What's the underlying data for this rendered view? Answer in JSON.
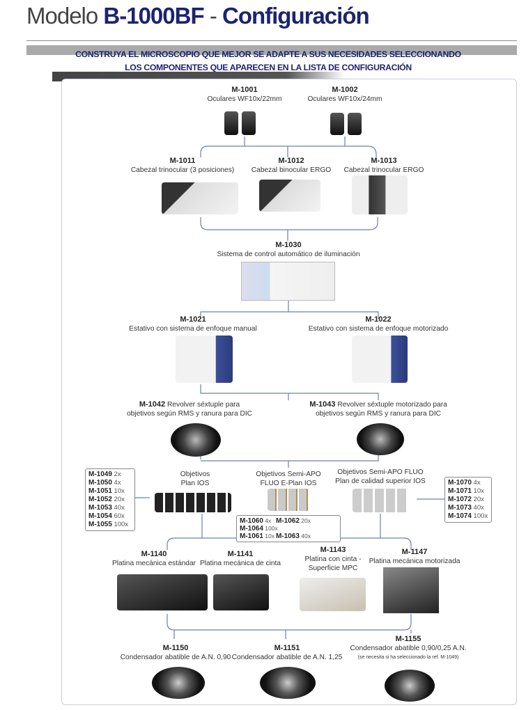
{
  "header": {
    "title_prefix": "Modelo",
    "model": "B-1000BF",
    "dash": "-",
    "title_suffix": "Configuración",
    "subtitle_line1": "CONSTRUYA EL MICROSCOPIO QUE MEJOR SE ADAPTE A SUS NECESIDADES SELECCIONANDO",
    "subtitle_line2": "LOS COMPONENTES QUE APARECEN EN LA LISTA DE CONFIGURACIÓN"
  },
  "eyepieces": [
    {
      "code": "M-1001",
      "label": "Oculares WF10x/22mm"
    },
    {
      "code": "M-1002",
      "label": "Oculares WF10x/24mm"
    }
  ],
  "heads": [
    {
      "code": "M-1011",
      "label": "Cabezal trinocular (3 posiciones)"
    },
    {
      "code": "M-1012",
      "label": "Cabezal binocular ERGO"
    },
    {
      "code": "M-1013",
      "label": "Cabezal trinocular ERGO"
    }
  ],
  "illumination": {
    "code": "M-1030",
    "label": "Sistema de control automático de iluminación"
  },
  "stands": [
    {
      "code": "M-1021",
      "label": "Estativo con sistema de enfoque manual"
    },
    {
      "code": "M-1022",
      "label": "Estativo con sistema de enfoque motorizado"
    }
  ],
  "nosepieces": [
    {
      "code": "M-1042",
      "line1": "Revolver séxtuple para",
      "line2": "objetivos según RMS y ranura para DIC"
    },
    {
      "code": "M-1043",
      "line1": "Revolver séxtuple motorizado para",
      "line2": "objetivos según RMS y ranura para DIC"
    }
  ],
  "objectives": [
    {
      "line1": "Objetivos",
      "line2": "Plan IOS"
    },
    {
      "line1": "Objetivos Semi-APO",
      "line2": "FLUO E-Plan IOS"
    },
    {
      "line1": "Objetivos Semi-APO FLUO",
      "line2": "Plan de calidad superior IOS"
    }
  ],
  "plan_list": [
    {
      "code": "M-1049",
      "mag": "2x"
    },
    {
      "code": "M-1050",
      "mag": "4x"
    },
    {
      "code": "M-1051",
      "mag": "10x"
    },
    {
      "code": "M-1052",
      "mag": "20x"
    },
    {
      "code": "M-1053",
      "mag": "40x"
    },
    {
      "code": "M-1054",
      "mag": "60x"
    },
    {
      "code": "M-1055",
      "mag": "100x"
    }
  ],
  "semiapo_list": [
    {
      "code": "M-1060",
      "mag": "4x"
    },
    {
      "code": "M-1062",
      "mag": "20x"
    },
    {
      "code": "M-1064",
      "mag": "100x"
    },
    {
      "code": "M-1061",
      "mag": "10x"
    },
    {
      "code": "M-1063",
      "mag": "40x"
    }
  ],
  "fluo_list": [
    {
      "code": "M-1070",
      "mag": "4x"
    },
    {
      "code": "M-1071",
      "mag": "10x"
    },
    {
      "code": "M-1072",
      "mag": "20x"
    },
    {
      "code": "M-1073",
      "mag": "40x"
    },
    {
      "code": "M-1074",
      "mag": "100x"
    }
  ],
  "stages": [
    {
      "code": "M-1140",
      "label": "Platina mecánica estándar"
    },
    {
      "code": "M-1141",
      "label": "Platina mecánica de cinta"
    },
    {
      "code": "M-1143",
      "line1": "Platina con cinta -",
      "line2": "Superficie MPC"
    },
    {
      "code": "M-1147",
      "label": "Platina mecánica motorizada"
    }
  ],
  "condensers": [
    {
      "code": "M-1150",
      "label": "Condensador abatible de A.N. 0,90"
    },
    {
      "code": "M-1151",
      "label": "Condensador abatible de A.N. 1,25"
    },
    {
      "code": "M-1155",
      "label": "Condensador abatible 0,90/0,25 A.N.",
      "note": "(se necesita si ha seleccionado la ref. M-1049)"
    }
  ],
  "colors": {
    "navy": "#1c2470",
    "line": "#6d7fb0"
  }
}
